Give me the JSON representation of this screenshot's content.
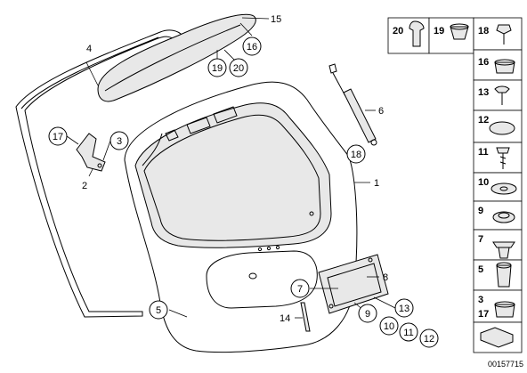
{
  "labels": {
    "l1": "1",
    "l2": "2",
    "l3": "3",
    "l4": "4",
    "l5": "5",
    "l6": "6",
    "l7": "7",
    "l8": "8",
    "l9": "9",
    "l10": "10",
    "l11": "11",
    "l12": "12",
    "l13": "13",
    "l14": "14",
    "l15": "15",
    "l16": "16",
    "l17": "17",
    "l18": "18",
    "l19": "19",
    "l20": "20",
    "l19b": "19",
    "l20b": "20"
  },
  "legend": {
    "top": [
      "20",
      "19"
    ],
    "right": [
      "18",
      "16",
      "13",
      "12",
      "11",
      "10",
      "9",
      "7",
      "5",
      "3",
      "17"
    ]
  },
  "footer_code": "00157715"
}
